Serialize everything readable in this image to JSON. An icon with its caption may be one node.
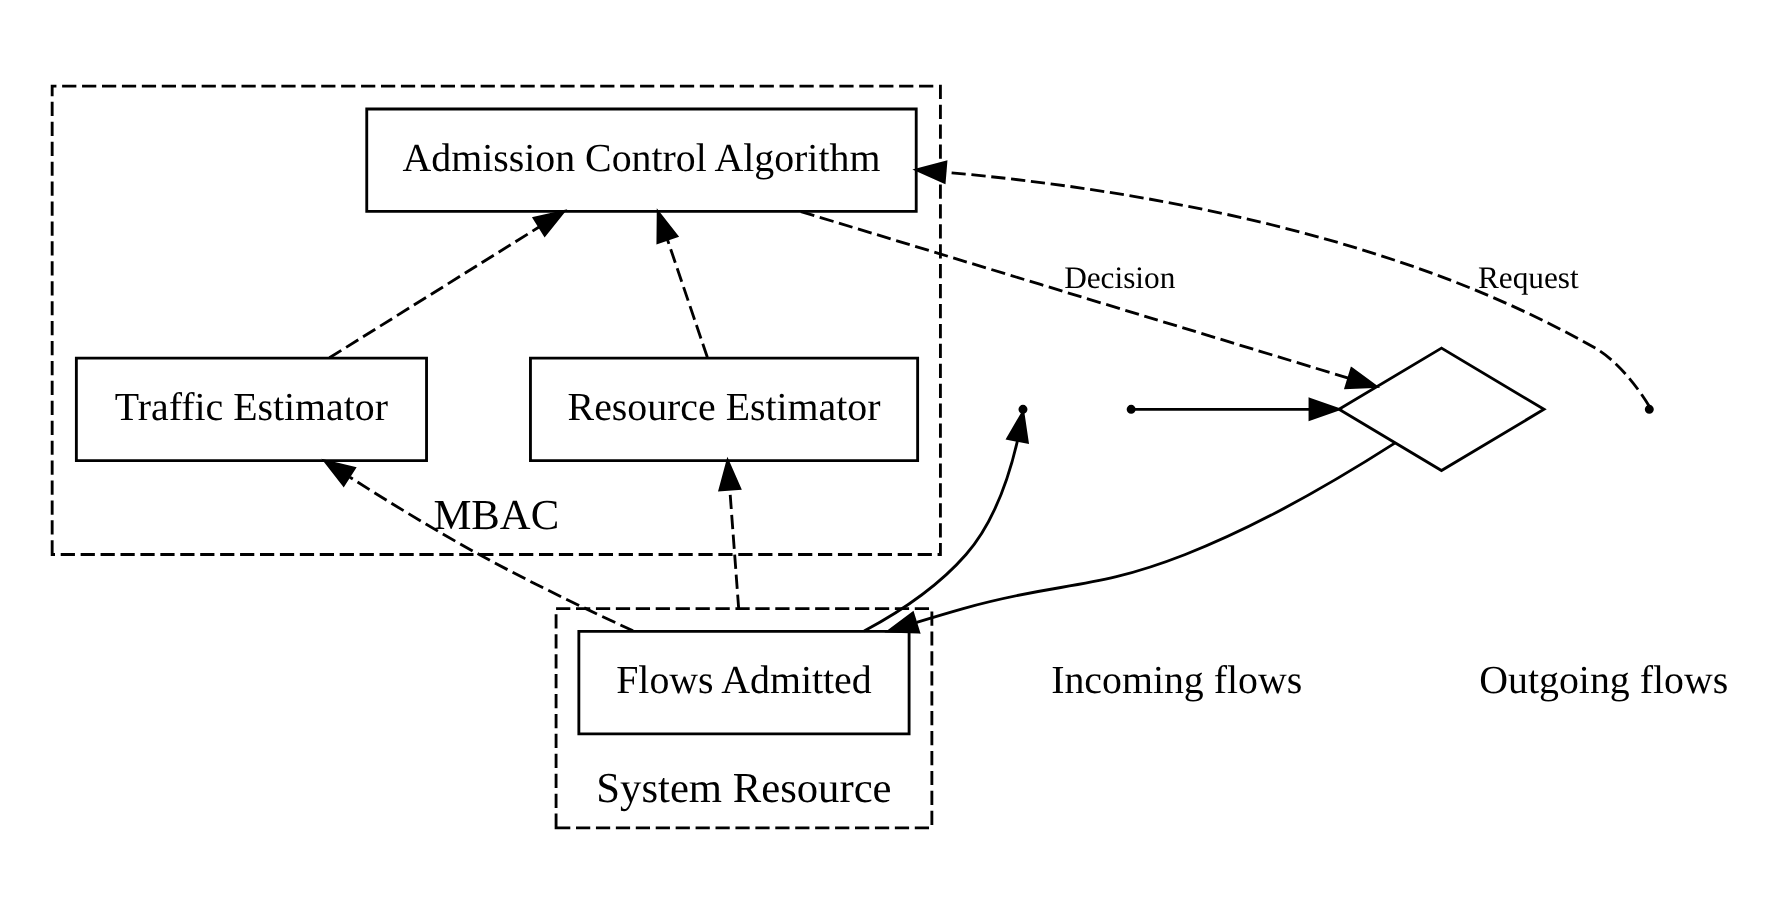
{
  "diagram": {
    "nodes": [
      {
        "text": [
          "MBAC"
        ]
      },
      {
        "text": [
          "Admission Control Algorithm"
        ],
        "in": 0
      },
      {
        "text": [
          "Traffic Estimator"
        ],
        "in": 0
      },
      {
        "text": [
          "Resource Estimator"
        ],
        "in": 0
      },
      {
        "text": [
          "System Resource"
        ]
      },
      {
        "text": [
          "Flows Admitted"
        ],
        "in": 4
      },
      {
        "text": [],
        "shape": "diamond"
      }
    ],
    "edges": [
      {
        "from": null,
        "to": 6,
        "arrow": "to"
      },
      {
        "from": null,
        "to": 1,
        "arrow": "to",
        "label": "Request",
        "style": "dashed"
      },
      {
        "from": 1,
        "to": 6,
        "arrow": "to",
        "label": "Decision",
        "style": "dashed"
      },
      {
        "from": 6,
        "to": 5,
        "arrow": "to"
      },
      {
        "from": 5,
        "to": null,
        "arrow": "to"
      },
      {
        "from": 5,
        "to": 2,
        "arrow": "to",
        "style": "dashed"
      },
      {
        "from": 4,
        "to": 3,
        "arrow": "to",
        "style": "dashed"
      },
      {
        "from": 2,
        "to": 1,
        "arrow": "to",
        "style": "dashed"
      },
      {
        "from": 3,
        "to": 1,
        "arrow": "to",
        "style": "dashed"
      }
    ],
    "labels": [
      "Incoming flows",
      "Outgoing flows"
    ]
  }
}
